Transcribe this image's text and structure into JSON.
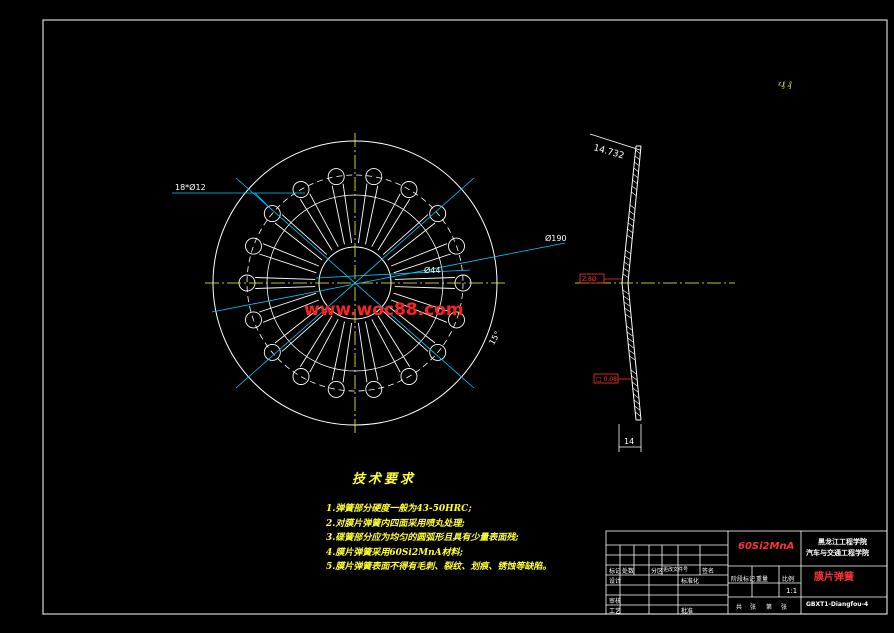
{
  "colors": {
    "background": "#000000",
    "frame": "#ffffff",
    "centerline": "#00ccff",
    "dimension": "#ffffff",
    "red_label": "#ff3333",
    "text_yellow": "#ffff33",
    "watermark": "#ff2222"
  },
  "top_right_mark": "ᵡ₰ ₰",
  "dims": {
    "holes": "18*Ø12",
    "outer_dia": "Ø190",
    "inner_dia": "Ø44",
    "angle": "15°",
    "side_thickness_top": "14.732",
    "side_width": "14",
    "red_top": "Z.8Ø",
    "red_bottom": "□ 0.08"
  },
  "watermark": "www.woc88.com",
  "notes": {
    "title": "技术要求",
    "items": [
      "1.弹簧部分硬度一般为43-50HRC;",
      "2.对膜片弹簧内四面采用喷丸处理;",
      "3.碟簧部分应为均匀的圆弧形且具有少量表面残;",
      "4.膜片弹簧采用60Si2MnA材料;",
      "5.膜片弹簧表面不得有毛刺、裂纹、划痕、锈蚀等缺陷。"
    ]
  },
  "title_block": {
    "material": "60Si2MnA",
    "school": "黑龙江工程学院",
    "department": "汽车与交通工程学院",
    "part_name": "膜片弹簧",
    "drawing_no": "GBXT1-Diangfou-4",
    "scale": "1:1",
    "cells": {
      "mark": "标记",
      "count": "处数",
      "zone": "分区",
      "change_doc": "更改文件号",
      "sign": "签名",
      "design": "设计",
      "standardize": "标准化",
      "stage_mark": "阶段标记",
      "weight": "重量",
      "ratio": "比例",
      "review": "审核",
      "craft": "工艺",
      "approve": "批准",
      "total": "共",
      "sheet_unit": "张",
      "page": "第",
      "page_unit": "张"
    }
  }
}
